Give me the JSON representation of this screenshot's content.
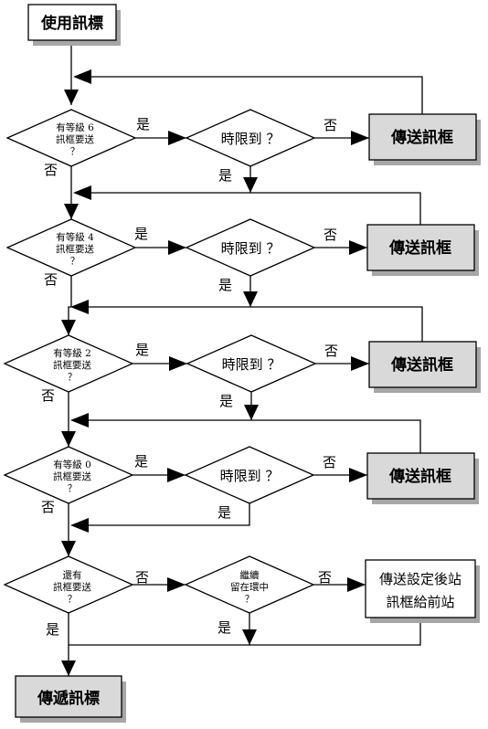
{
  "start": "使用訊標",
  "levels": [
    {
      "q1": "有等級 6",
      "q2": "訊框要送",
      "q3": "？",
      "timeout": "時限到 ？",
      "send": "傳送訊框"
    },
    {
      "q1": "有等級 4",
      "q2": "訊框要送",
      "q3": "？",
      "timeout": "時限到 ？",
      "send": "傳送訊框"
    },
    {
      "q1": "有等級 2",
      "q2": "訊框要送",
      "q3": "？",
      "timeout": "時限到 ？",
      "send": "傳送訊框"
    },
    {
      "q1": "有等級 0",
      "q2": "訊框要送",
      "q3": "？",
      "timeout": "時限到 ？",
      "send": "傳送訊框"
    }
  ],
  "final": {
    "q1": "還有",
    "q2": "訊框要送",
    "q3": "？",
    "stay1": "繼續",
    "stay2": "留在環中",
    "stay3": "？",
    "send1": "傳送設定後站",
    "send2": "訊框給前站"
  },
  "end": "傳遞訊標",
  "yes": "是",
  "no": "否"
}
